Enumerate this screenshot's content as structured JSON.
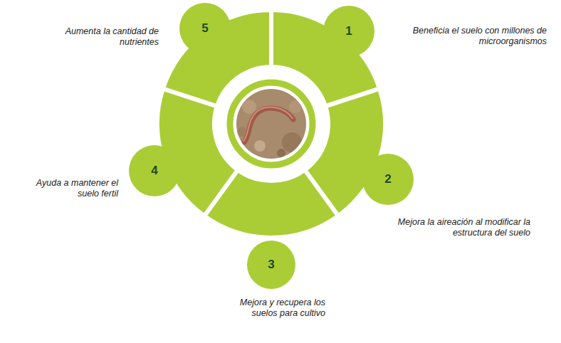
{
  "diagram": {
    "nodes": [
      {
        "text": [
          "1",
          "Beneficia el suelo con millones de microorganismos"
        ]
      },
      {
        "text": [
          "2",
          "Mejora la aireación al modificar la estructura del suelo"
        ]
      },
      {
        "text": [
          "3",
          "Mejora y recupera los suelos para cultivo"
        ]
      },
      {
        "text": [
          "4",
          "Ayuda a mantener el suelo fertil"
        ]
      },
      {
        "text": [
          "5",
          "Aumenta la cantidad de nutrientes"
        ]
      }
    ]
  }
}
